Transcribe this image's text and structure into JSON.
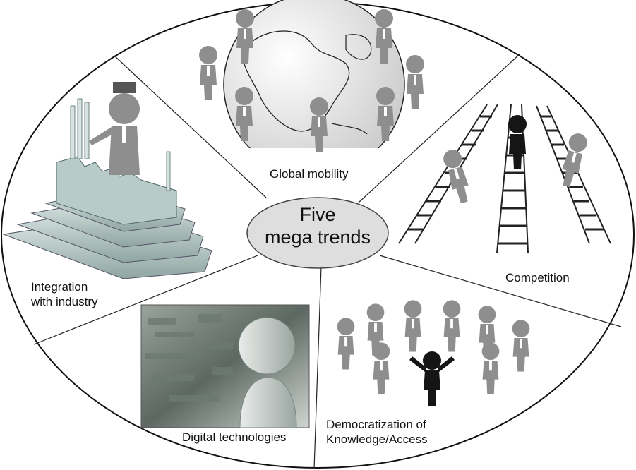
{
  "center": {
    "line1": "Five",
    "line2": "mega trends"
  },
  "segments": {
    "global_mobility": {
      "label": "Global mobility",
      "icon": "globe-with-people-icon"
    },
    "competition": {
      "label": "Competition",
      "icon": "people-climbing-ladders-icon"
    },
    "democratization": {
      "line1": "Democratization of",
      "line2": "Knowledge/Access",
      "icon": "people-circle-icon"
    },
    "digital_technologies": {
      "label": "Digital technologies",
      "icon": "digital-head-icon"
    },
    "integration": {
      "line1": "Integration",
      "line2": "with industry",
      "icon": "factory-icon"
    }
  },
  "colors": {
    "figure_gray": "#8e8e8e",
    "figure_black": "#151515",
    "center_fill": "#dedede",
    "factory": "#b9cbc8"
  }
}
